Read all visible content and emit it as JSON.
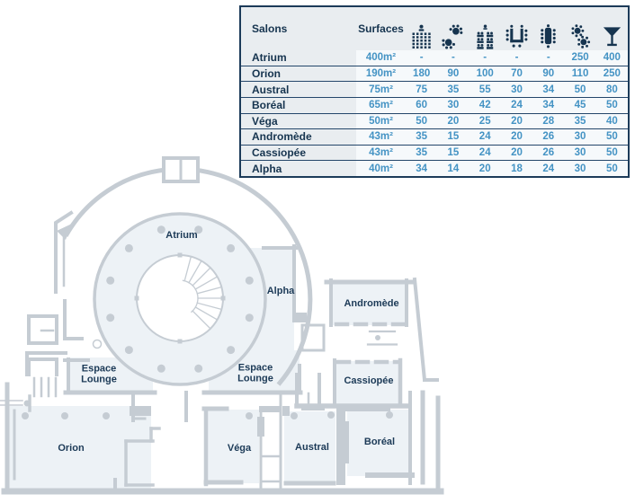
{
  "table": {
    "header": {
      "salons": "Salons",
      "surfaces": "Surfaces",
      "capacity_icons": [
        "theatre-icon",
        "banquet-icon",
        "classroom-icon",
        "u-shape-icon",
        "boardroom-icon",
        "cabaret-icon",
        "cocktail-icon"
      ]
    },
    "rows": [
      {
        "name": "Atrium",
        "surface": "400m²",
        "values": [
          "-",
          "-",
          "-",
          "-",
          "-",
          "250",
          "400"
        ]
      },
      {
        "name": "Orion",
        "surface": "190m²",
        "values": [
          "180",
          "90",
          "100",
          "70",
          "90",
          "110",
          "250"
        ]
      },
      {
        "name": "Austral",
        "surface": "75m²",
        "values": [
          "75",
          "35",
          "55",
          "30",
          "34",
          "50",
          "80"
        ]
      },
      {
        "name": "Boréal",
        "surface": "65m²",
        "values": [
          "60",
          "30",
          "42",
          "24",
          "34",
          "45",
          "50"
        ]
      },
      {
        "name": "Véga",
        "surface": "50m²",
        "values": [
          "50",
          "20",
          "25",
          "20",
          "28",
          "35",
          "40"
        ]
      },
      {
        "name": "Andromède",
        "surface": "43m²",
        "values": [
          "35",
          "15",
          "24",
          "20",
          "26",
          "30",
          "50"
        ]
      },
      {
        "name": "Cassiopée",
        "surface": "43m²",
        "values": [
          "35",
          "15",
          "24",
          "20",
          "26",
          "30",
          "50"
        ]
      },
      {
        "name": "Alpha",
        "surface": "40m²",
        "values": [
          "34",
          "14",
          "20",
          "18",
          "24",
          "30",
          "50"
        ]
      }
    ]
  },
  "floorplan": {
    "rooms": [
      {
        "id": "atrium",
        "label": "Atrium"
      },
      {
        "id": "alpha",
        "label": "Alpha"
      },
      {
        "id": "andromede",
        "label": "Andromède"
      },
      {
        "id": "cassiopee",
        "label": "Cassiopée"
      },
      {
        "id": "espace-lounge-left",
        "label": "Espace Lounge"
      },
      {
        "id": "espace-lounge-right",
        "label": "Espace Lounge"
      },
      {
        "id": "orion",
        "label": "Orion"
      },
      {
        "id": "vega",
        "label": "Véga"
      },
      {
        "id": "austral",
        "label": "Austral"
      },
      {
        "id": "boreal",
        "label": "Boréal"
      }
    ]
  },
  "colors": {
    "navy": "#16344f",
    "number_blue": "#4493c4",
    "table_bg": "#e9edf0",
    "strip_bg": "#f6f9fb",
    "wall_gray": "#c5ccd3",
    "room_fill": "#edf2f6"
  }
}
